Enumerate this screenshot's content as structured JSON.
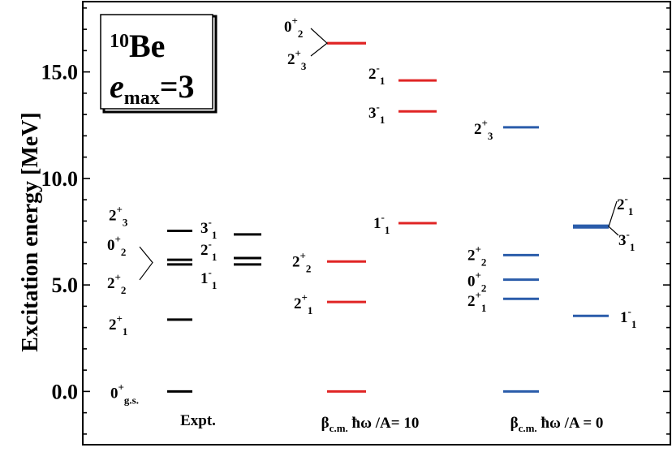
{
  "chart_data": {
    "type": "level-scheme",
    "ylabel": "Excitation energy [MeV]",
    "ylim": [
      -2.5,
      18.3
    ],
    "yticks": [
      {
        "value": 0,
        "label": "0.0"
      },
      {
        "value": 5,
        "label": "5.0"
      },
      {
        "value": 10,
        "label": "10.0"
      },
      {
        "value": 15,
        "label": "15.0"
      }
    ],
    "legend_box": {
      "nucleus_mass": "10",
      "nucleus_symbol": "Be",
      "param_symbol": "e",
      "param_sub": "max",
      "param_value": "=3"
    },
    "columns": [
      {
        "key": "expt",
        "label": "Expt.",
        "label_sub": "",
        "label_rest": ""
      },
      {
        "key": "bcm10",
        "label": "β",
        "label_sub": "c.m.",
        "label_rest": " ħω /A= 10"
      },
      {
        "key": "bcm0",
        "label": "β",
        "label_sub": "c.m.",
        "label_rest": " ħω /A = 0"
      }
    ],
    "colors": {
      "expt": "#000000",
      "bcm10": "#e02424",
      "bcm0": "#2a5caa"
    },
    "levels": {
      "expt_even": [
        {
          "E": 0.0,
          "J": "0",
          "p": "+",
          "sub": "g.s."
        },
        {
          "E": 3.37,
          "J": "2",
          "p": "+",
          "sub": "1"
        },
        {
          "E": 5.96,
          "J": "2",
          "p": "+",
          "sub": "2"
        },
        {
          "E": 6.18,
          "J": "0",
          "p": "+",
          "sub": "2"
        },
        {
          "E": 7.54,
          "J": "2",
          "p": "+",
          "sub": "3"
        }
      ],
      "expt_odd": [
        {
          "E": 5.96,
          "J": "1",
          "p": "-",
          "sub": "1"
        },
        {
          "E": 6.26,
          "J": "2",
          "p": "-",
          "sub": "1"
        },
        {
          "E": 7.37,
          "J": "3",
          "p": "-",
          "sub": "1"
        }
      ],
      "bcm10_even": [
        {
          "E": 0.0
        },
        {
          "E": 4.2,
          "J": "2",
          "p": "+",
          "sub": "1"
        },
        {
          "E": 6.1,
          "J": "2",
          "p": "+",
          "sub": "2"
        },
        {
          "E": 16.35,
          "J": "0",
          "p": "+",
          "sub": "2"
        },
        {
          "E": 16.35,
          "J": "2",
          "p": "+",
          "sub": "3"
        }
      ],
      "bcm10_odd": [
        {
          "E": 7.9,
          "J": "1",
          "p": "-",
          "sub": "1"
        },
        {
          "E": 13.15,
          "J": "3",
          "p": "-",
          "sub": "1"
        },
        {
          "E": 14.6,
          "J": "2",
          "p": "-",
          "sub": "1"
        }
      ],
      "bcm0_even": [
        {
          "E": 0.0
        },
        {
          "E": 4.35,
          "J": "2",
          "p": "+",
          "sub": "1"
        },
        {
          "E": 5.25,
          "J": "0",
          "p": "+",
          "sub": "2"
        },
        {
          "E": 6.4,
          "J": "2",
          "p": "+",
          "sub": "2"
        },
        {
          "E": 12.4,
          "J": "2",
          "p": "+",
          "sub": "3"
        }
      ],
      "bcm0_odd": [
        {
          "E": 3.55,
          "J": "1",
          "p": "-",
          "sub": "1"
        },
        {
          "E": 7.7,
          "J": "2",
          "p": "-",
          "sub": "1"
        },
        {
          "E": 7.78,
          "J": "3",
          "p": "-",
          "sub": "1"
        }
      ]
    }
  }
}
